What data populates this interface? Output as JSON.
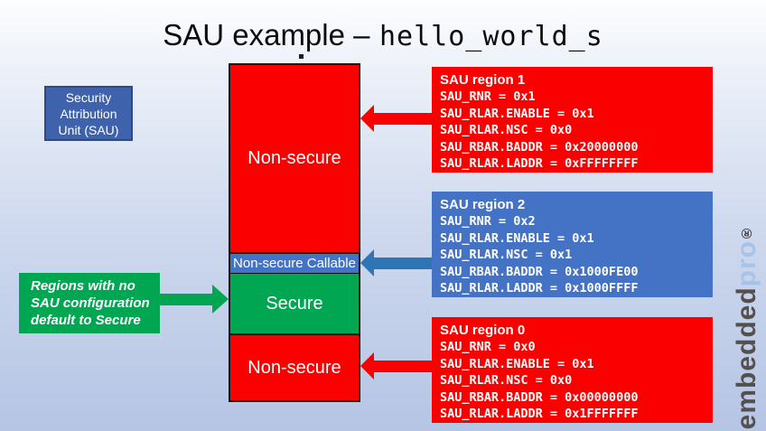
{
  "title": {
    "prefix": "SAU example –",
    "code": "hello_world_s"
  },
  "sau_label": {
    "lines": [
      "Security",
      "Attribution",
      "Unit (SAU)"
    ]
  },
  "memory_map": {
    "regions": [
      {
        "label": "Non-secure",
        "color": "#FB0000"
      },
      {
        "label": "Non-secure Callable",
        "color": "#4472C4"
      },
      {
        "label": "Secure",
        "color": "#00A651"
      },
      {
        "label": "Non-secure",
        "color": "#FB0000"
      }
    ]
  },
  "note": {
    "lines": [
      "Regions with no",
      "SAU configuration",
      "default to Secure"
    ]
  },
  "sau_regions": [
    {
      "title": "SAU region 1",
      "color": "#FB0000",
      "arrow_color": "#FB0000",
      "points_to": "Non-secure (upper)",
      "registers": [
        "SAU_RNR = 0x1",
        "SAU_RLAR.ENABLE = 0x1",
        "SAU_RLAR.NSC = 0x0",
        "SAU_RBAR.BADDR = 0x20000000",
        "SAU_RLAR.LADDR = 0xFFFFFFFF"
      ]
    },
    {
      "title": "SAU region 2",
      "color": "#4472C4",
      "arrow_color": "#2E75B6",
      "points_to": "Non-secure Callable",
      "registers": [
        "SAU_RNR = 0x2",
        "SAU_RLAR.ENABLE = 0x1",
        "SAU_RLAR.NSC = 0x1",
        "SAU_RBAR.BADDR = 0x1000FE00",
        "SAU_RLAR.LADDR = 0x1000FFFF"
      ]
    },
    {
      "title": "SAU region 0",
      "color": "#FB0000",
      "arrow_color": "#FB0000",
      "points_to": "Non-secure (lower)",
      "registers": [
        "SAU_RNR = 0x0",
        "SAU_RLAR.ENABLE = 0x1",
        "SAU_RLAR.NSC = 0x0",
        "SAU_RBAR.BADDR = 0x00000000",
        "SAU_RLAR.LADDR = 0x1FFFFFFF"
      ]
    }
  ],
  "logo": {
    "brand_dark": "embedded",
    "brand_light": "pro",
    "registered": "®"
  },
  "colors": {
    "background_top": "#FDFEFF",
    "background_bottom": "#B5C5E4",
    "red": "#FB0000",
    "green": "#00A651",
    "region_blue": "#4472C4",
    "arrow_blue": "#2E75B6",
    "sau_label_blue": "#3E63AC",
    "text_white": "#FFFFFF"
  }
}
